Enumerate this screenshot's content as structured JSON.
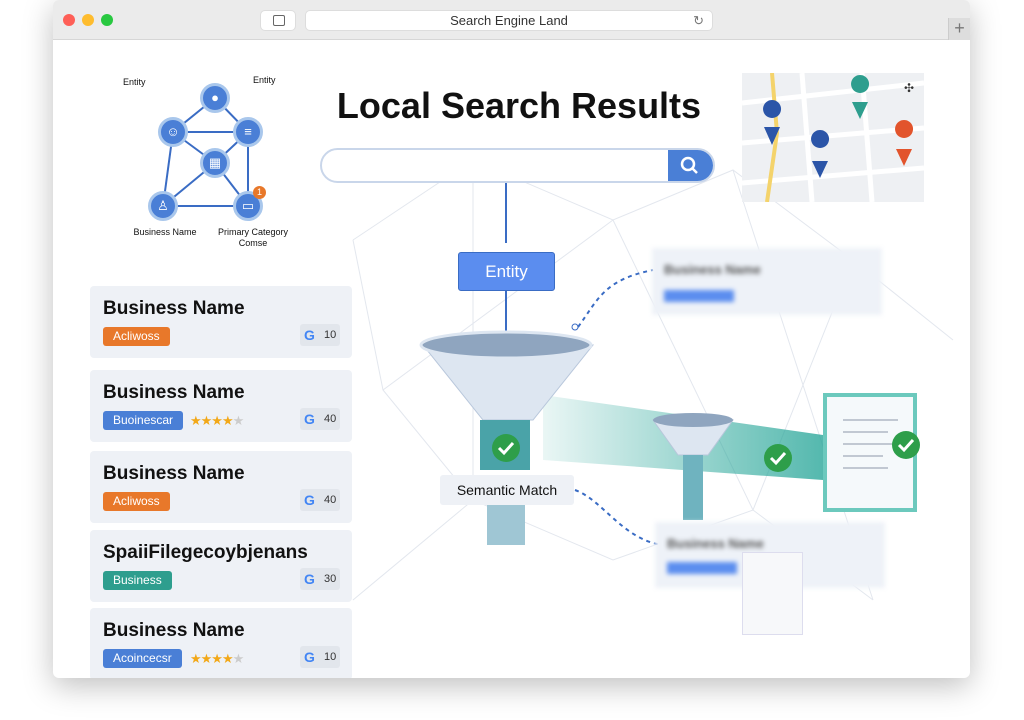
{
  "browser": {
    "address": "Search Engine Land",
    "new_tab": "+"
  },
  "page": {
    "title": "Local Search Results",
    "search_placeholder": ""
  },
  "graph": {
    "labels": [
      "Entity",
      "Entity",
      "Business Name",
      "Primary Category",
      "Comse"
    ],
    "badge": "1"
  },
  "flow": {
    "entity_label": "Entity",
    "match_label": "Semantic Match",
    "blurred_title_1": "Business Name",
    "blurred_title_2": "Business Name"
  },
  "results": [
    {
      "name": "Business Name",
      "tag": "Acliwoss",
      "tag_color": "#e8782a",
      "stars": 0,
      "count": "10"
    },
    {
      "name": "Business Name",
      "tag": "Buoinescar",
      "tag_color": "#4a7fd6",
      "stars": 4,
      "count": "40"
    },
    {
      "name": "Business Name",
      "tag": "Acliwoss",
      "tag_color": "#e8782a",
      "stars": 0,
      "count": "40"
    },
    {
      "name": "SpaiiFilegecoybjenans",
      "tag": "Business",
      "tag_color": "#2e9e8e",
      "stars": 0,
      "count": "30"
    },
    {
      "name": "Business Name",
      "tag": "Acoincecsr",
      "tag_color": "#4a7fd6",
      "stars": 4,
      "count": "10"
    }
  ],
  "stars_text": {
    "filled": "★★★★",
    "empty": "★"
  },
  "google_letter": "G"
}
